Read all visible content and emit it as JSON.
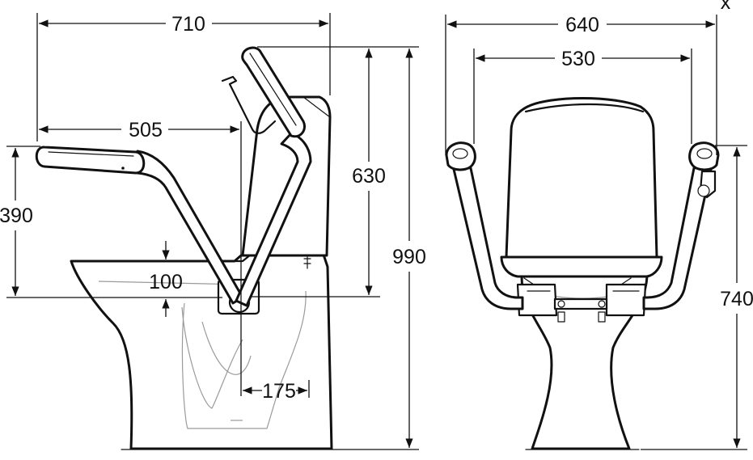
{
  "dimensions": {
    "side_width": "710",
    "arm_reach": "505",
    "arm_height": "390",
    "seat_to_tank": "630",
    "total_height": "990",
    "seat_gap": "100",
    "foot_offset": "175",
    "front_width_outer": "640",
    "front_width_inner": "530",
    "front_height": "740"
  },
  "labels": {
    "corner_mark": "x"
  }
}
